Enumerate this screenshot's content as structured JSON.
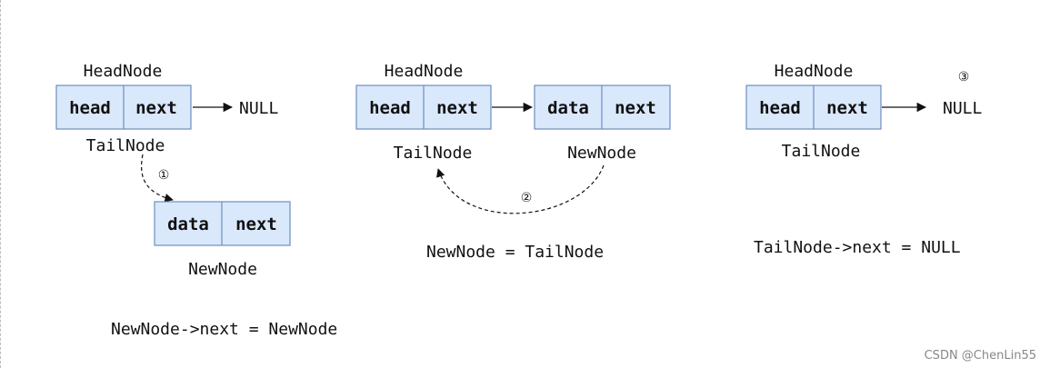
{
  "panel1": {
    "head_title": "HeadNode",
    "head_cell": "head",
    "next_cell": "next",
    "null_text": "NULL",
    "tail_label": "TailNode",
    "step": "①",
    "new_data": "data",
    "new_next": "next",
    "new_label": "NewNode",
    "caption": "NewNode->next = NewNode"
  },
  "panel2": {
    "head_title": "HeadNode",
    "head_cell": "head",
    "next_cell": "next",
    "tail_label": "TailNode",
    "new_data": "data",
    "new_next": "next",
    "new_label": "NewNode",
    "step": "②",
    "caption": "NewNode = TailNode"
  },
  "panel3": {
    "head_title": "HeadNode",
    "step": "③",
    "head_cell": "head",
    "next_cell": "next",
    "null_text": "NULL",
    "tail_label": "TailNode",
    "caption": "TailNode->next = NULL"
  },
  "watermark": "CSDN @ChenLin55",
  "colors": {
    "node_fill": "#dae8fc",
    "node_stroke": "#6c8ebf",
    "ink": "#111111"
  }
}
